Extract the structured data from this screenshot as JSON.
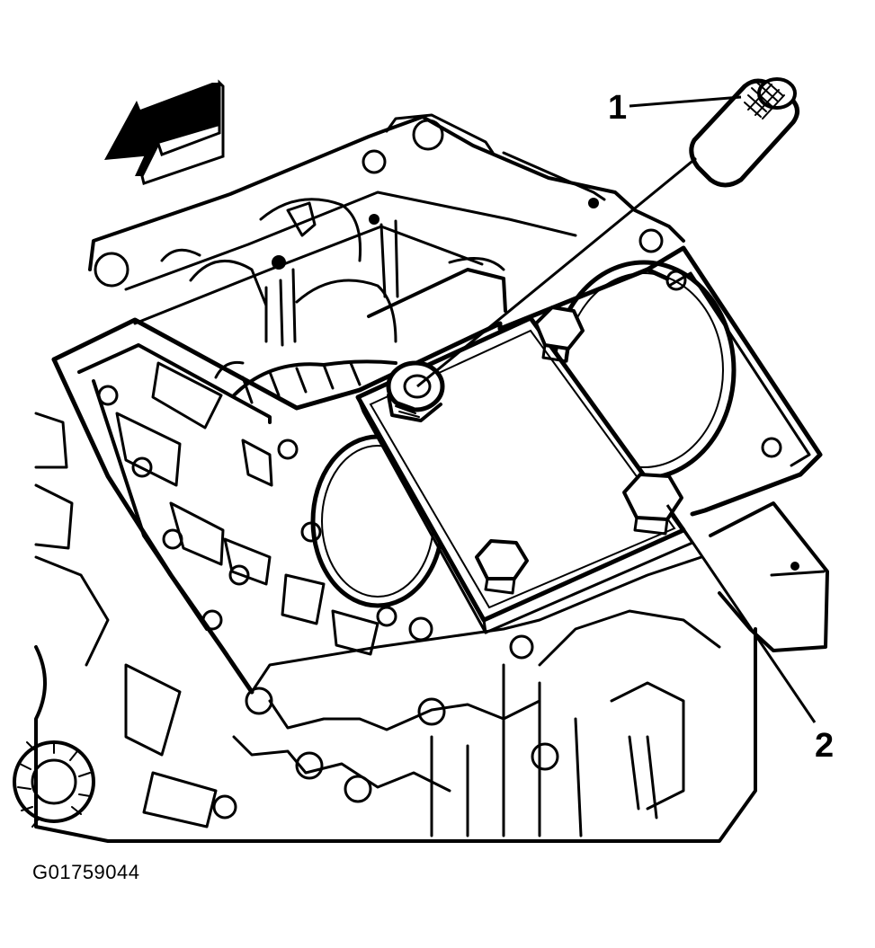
{
  "figure": {
    "id_label": "G01759044",
    "callouts": [
      {
        "number": "1",
        "target": "tool-pin"
      },
      {
        "number": "2",
        "target": "bolt"
      }
    ],
    "colors": {
      "ink": "#000000",
      "paper": "#ffffff"
    },
    "icons": [
      "direction-arrow-icon"
    ]
  }
}
